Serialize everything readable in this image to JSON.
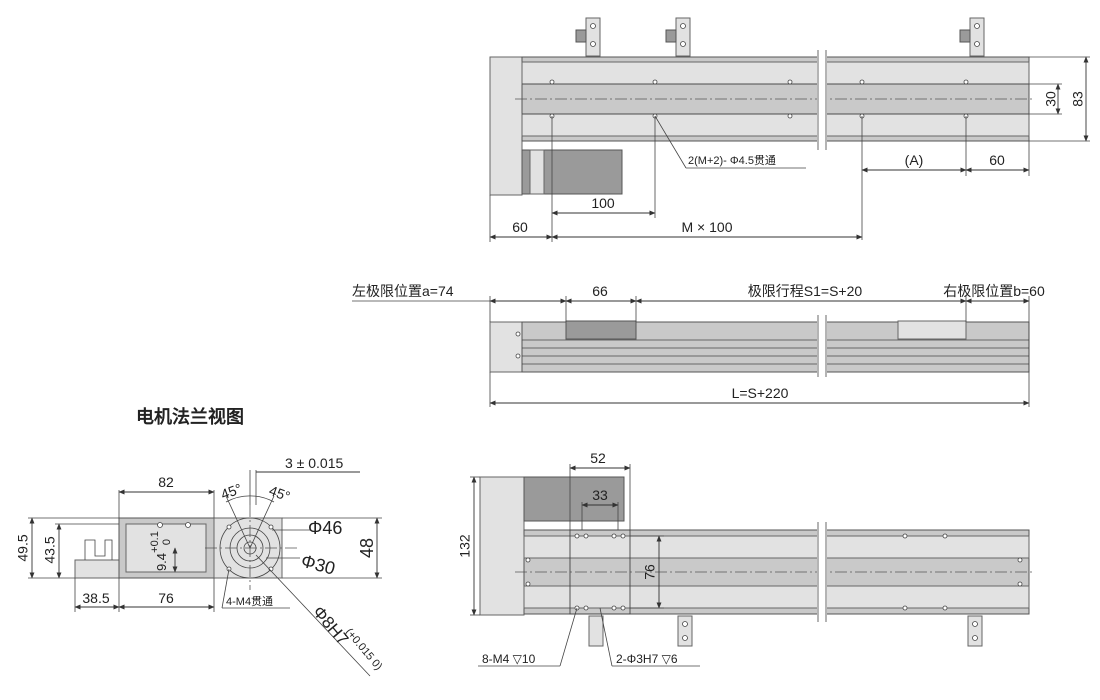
{
  "drawing": {
    "top_view": {
      "dim_30": "30",
      "dim_83": "83",
      "hole_note": "2(M+2)- Φ4.5贯通",
      "dim_A": "(A)",
      "dim_60_right": "60",
      "dim_100": "100",
      "dim_60_left": "60",
      "dim_Mx100": "M × 100"
    },
    "side_view": {
      "left_limit": "左极限位置a=74",
      "dim_66": "66",
      "stroke_limit": "极限行程S1=S+20",
      "right_limit": "右极限位置b=60",
      "dim_L": "L=S+220"
    },
    "flange_view": {
      "title": "电机法兰视图",
      "dim_82": "82",
      "dim_3_tol": "3 ± 0.015",
      "angle_45_a": "45°",
      "angle_45_b": "45°",
      "dim_49_5": "49.5",
      "dim_43_5": "43.5",
      "tol_plus_0_1": "+0.1",
      "tol_0": "0",
      "dim_9_4": "9.4",
      "dim_phi46": "Φ46",
      "dim_phi30": "Φ30",
      "dim_48": "48",
      "dim_phi8h7": "Φ8H7",
      "tol_phi8h7": "(+0.015 0)",
      "dim_38_5": "38.5",
      "dim_76": "76",
      "thread_note": "4-M4贯通"
    },
    "bottom_view": {
      "dim_52": "52",
      "dim_33": "33",
      "dim_132": "132",
      "dim_76": "76",
      "thread_note": "8-M4 ▽10",
      "pin_note": "2-Φ3H7 ▽6"
    }
  }
}
